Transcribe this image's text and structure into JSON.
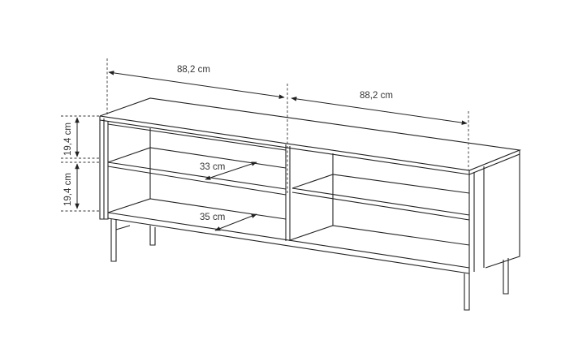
{
  "dimensions": {
    "width_left": "88,2 cm",
    "width_right": "88,2 cm",
    "height_upper": "19,4 cm",
    "height_lower": "19,4 cm",
    "depth_shelf": "33 cm",
    "depth_bottom": "35 cm"
  },
  "colors": {
    "line": "#222222",
    "background": "#ffffff"
  }
}
